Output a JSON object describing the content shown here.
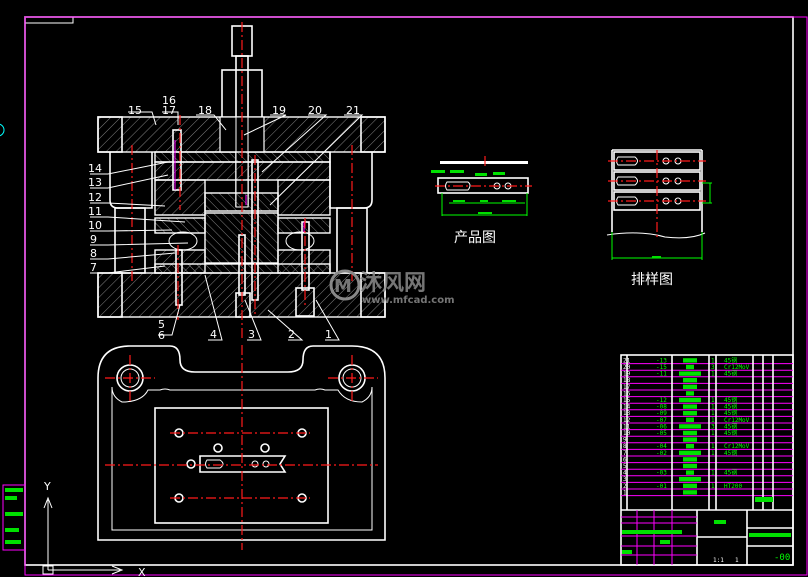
{
  "drawing": {
    "part_labels": [
      "1",
      "2",
      "3",
      "4",
      "5",
      "6",
      "7",
      "8",
      "9",
      "10",
      "11",
      "12",
      "13",
      "14",
      "15",
      "16",
      "17",
      "18",
      "19",
      "20",
      "21"
    ],
    "product_view_title": "产品图",
    "strip_layout_title": "排样图",
    "axis": {
      "y": "Y",
      "x": "X"
    },
    "watermark": {
      "brand": "沐风网",
      "url": "www.mfcad.com"
    }
  },
  "bom": {
    "rows": [
      {
        "no": "21",
        "code": "-13",
        "qty": "1",
        "material": "45钢"
      },
      {
        "no": "20",
        "code": "-15",
        "qty": "3",
        "material": "Cr12MoV"
      },
      {
        "no": "19",
        "code": "-11",
        "qty": "1",
        "material": "45钢"
      },
      {
        "no": "18",
        "code": "",
        "qty": "",
        "material": ""
      },
      {
        "no": "17",
        "code": "",
        "qty": "",
        "material": ""
      },
      {
        "no": "16",
        "code": "",
        "qty": "",
        "material": ""
      },
      {
        "no": "15",
        "code": "-12",
        "qty": "1",
        "material": "45钢"
      },
      {
        "no": "14",
        "code": "-08",
        "qty": "1",
        "material": "45钢"
      },
      {
        "no": "13",
        "code": "-09",
        "qty": "1",
        "material": "45钢"
      },
      {
        "no": "12",
        "code": "-07",
        "qty": "1",
        "material": "Cr12MoV"
      },
      {
        "no": "11",
        "code": "-06",
        "qty": "3",
        "material": "45钢"
      },
      {
        "no": "10",
        "code": "-05",
        "qty": "1",
        "material": "45钢"
      },
      {
        "no": "9",
        "code": "",
        "qty": "",
        "material": ""
      },
      {
        "no": "8",
        "code": "-04",
        "qty": "1",
        "material": "Cr12MoV"
      },
      {
        "no": "7",
        "code": "-02",
        "qty": "1",
        "material": "45钢"
      },
      {
        "no": "6",
        "code": "",
        "qty": "",
        "material": ""
      },
      {
        "no": "5",
        "code": "",
        "qty": "",
        "material": ""
      },
      {
        "no": "4",
        "code": "-03",
        "qty": "1",
        "material": "45钢"
      },
      {
        "no": "3",
        "code": "",
        "qty": "",
        "material": ""
      },
      {
        "no": "2",
        "code": "-01",
        "qty": "1",
        "material": "HT200"
      },
      {
        "no": "1",
        "code": "",
        "qty": "",
        "material": ""
      }
    ],
    "drawing_number": "-00",
    "sheet_info": {
      "scale": "1:1",
      "sheet": "1"
    }
  },
  "colors": {
    "background": "#000000",
    "lines": "#ffffff",
    "centerline": "#ff1a1a",
    "text": "#00ff00",
    "grid": "#ff00ff"
  }
}
